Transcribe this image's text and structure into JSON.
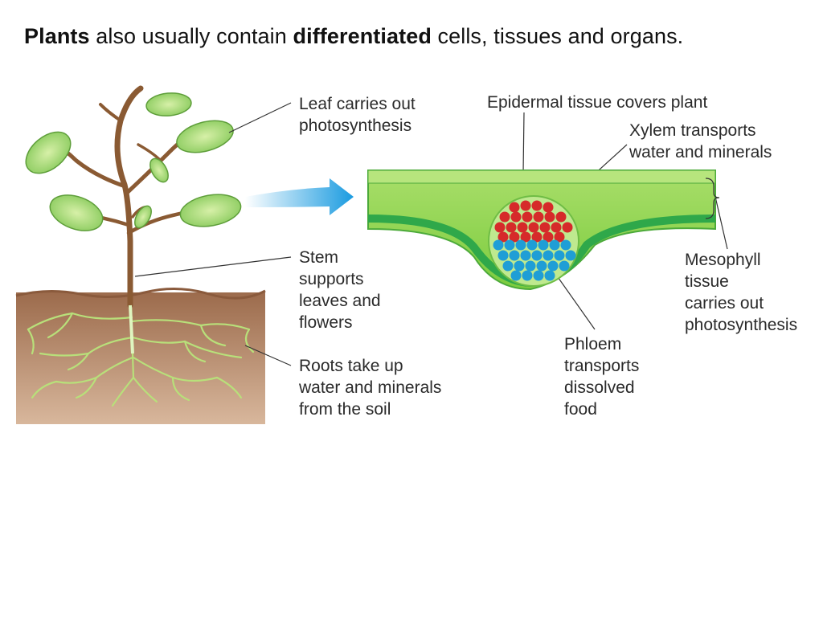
{
  "slide": {
    "title_parts": [
      {
        "text": "Plants",
        "bold": true
      },
      {
        "text": " also usually contain ",
        "bold": false
      },
      {
        "text": "differentiated",
        "bold": true
      },
      {
        "text": " cells, tissues and organs.",
        "bold": false
      }
    ]
  },
  "diagram": {
    "labels": {
      "leaf": [
        "Leaf carries out",
        "photosynthesis"
      ],
      "stem": [
        "Stem",
        "supports",
        "leaves and",
        "flowers"
      ],
      "roots": [
        "Roots take up",
        "water and minerals",
        "from the soil"
      ],
      "epidermal": [
        "Epidermal tissue covers plant"
      ],
      "xylem": [
        "Xylem transports",
        "water and minerals"
      ],
      "mesophyll": [
        "Mesophyll",
        "tissue",
        "carries out",
        "photosynthesis"
      ],
      "phloem": [
        "Phloem",
        "transports",
        "dissolved",
        "food"
      ]
    },
    "colors": {
      "soil": "#b78a6b",
      "leaf_green": "#8fd14f",
      "dark_green": "#2fa84a",
      "xylem_red": "#d62a2a",
      "phloem_blue": "#1f9ed6",
      "arrow_blue": "#1a9be0",
      "stem_brown": "#7a5230"
    }
  }
}
